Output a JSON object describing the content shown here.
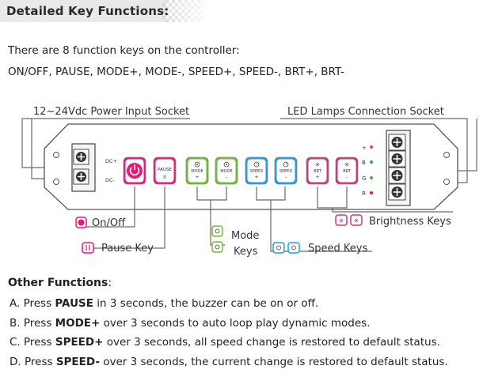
{
  "header": {
    "title": "Detailed Key Functions:"
  },
  "intro": {
    "line1": "There are 8 function keys on the controller:",
    "line2": "ON/OFF, PAUSE, MODE+, MODE-, SPEED+, SPEED-, BRT+, BRT-"
  },
  "diagram": {
    "power_socket_label": "12~24Vdc Power Input Socket",
    "led_socket_label": "LED Lamps Connection Socket",
    "dc_plus": "DC+",
    "dc_minus": "DC-",
    "channels": [
      "+",
      "B",
      "G",
      "R"
    ],
    "channel_colors": [
      "#e83e8c",
      "#2b8fd6",
      "#3cb34a",
      "#e02020"
    ],
    "buttons": [
      {
        "top": "",
        "bottom": "",
        "icon": "power-icon",
        "color": "#e6197a"
      },
      {
        "top": "PAUSE",
        "bottom": "II",
        "icon": "pause-icon",
        "color": "#e6197a"
      },
      {
        "top": "MODE",
        "bottom": "+",
        "icon": "mode-icon",
        "color": "#6fbe32"
      },
      {
        "top": "MODE",
        "bottom": "–",
        "icon": "mode-icon",
        "color": "#6fbe32"
      },
      {
        "top": "SPEED",
        "bottom": "+",
        "icon": "speed-icon",
        "color": "#1ea0db"
      },
      {
        "top": "SPEED",
        "bottom": "–",
        "icon": "speed-icon",
        "color": "#1ea0db"
      },
      {
        "top": "BRT",
        "bottom": "+",
        "icon": "brightness-icon",
        "color": "#c8387a"
      },
      {
        "top": "BRT",
        "bottom": "–",
        "icon": "brightness-icon",
        "color": "#c8387a"
      }
    ],
    "callouts": {
      "onoff": "On/Off",
      "pause": "Pause Key",
      "mode_line1": "Mode",
      "mode_line2": "Keys",
      "speed": "Speed Keys",
      "brightness": "Brightness Keys"
    }
  },
  "other": {
    "title": "Other Functions",
    "title_suffix": ":",
    "items": [
      {
        "prefix": "A. Press ",
        "key": "PAUSE",
        "rest": " in 3 seconds, the buzzer can be on or off."
      },
      {
        "prefix": "B. Press ",
        "key": "MODE+",
        "rest": " over 3 seconds to auto loop play dynamic modes."
      },
      {
        "prefix": "C. Press ",
        "key": "SPEED+",
        "rest": " over 3 seconds, all speed change is restored to default status."
      },
      {
        "prefix": "D. Press ",
        "key": "SPEED-",
        "rest": " over 3 seconds, the current change is restored to default status."
      }
    ]
  }
}
